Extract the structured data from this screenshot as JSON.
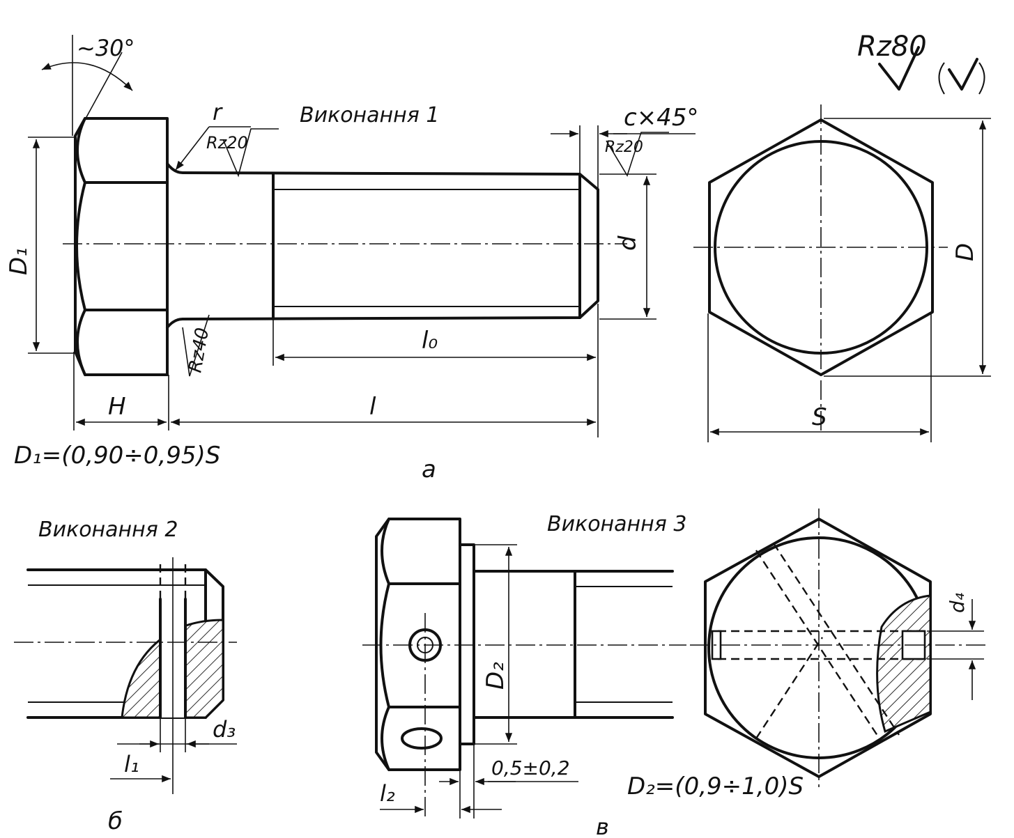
{
  "titles": {
    "variant1": "Виконання 1",
    "variant2": "Виконання 2",
    "variant3": "Виконання 3"
  },
  "subfigure_labels": {
    "a": "а",
    "b": "б",
    "v": "в"
  },
  "formulas": {
    "d1": "D₁=(0,90÷0,95)S",
    "d2": "D₂=(0,9÷1,0)S"
  },
  "dimensions": {
    "angle": "~30°",
    "radius": "r",
    "chamfer": "c×45°",
    "d1": "D₁",
    "d": "d",
    "l0": "l₀",
    "l": "l",
    "h": "H",
    "s": "S",
    "d_big": "D",
    "d2": "D₂",
    "d3": "d₃",
    "d4": "d₄",
    "l1": "l₁",
    "l2": "l₂",
    "tol": "0,5±0,2"
  },
  "roughness": {
    "main": "Rz80",
    "rz20_a": "Rz20",
    "rz20_b": "Rz20",
    "rz40": "Rz40"
  }
}
